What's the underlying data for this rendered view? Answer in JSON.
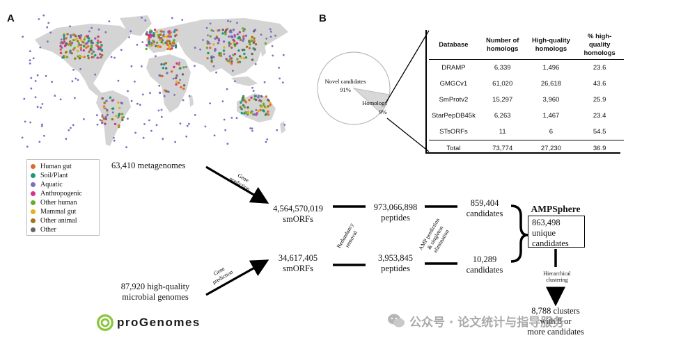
{
  "panel_a": {
    "letter": "A",
    "legend": [
      {
        "label": "Human gut",
        "color": "#e2692a"
      },
      {
        "label": "Soil/Plant",
        "color": "#1a9a7a"
      },
      {
        "label": "Aquatic",
        "color": "#7a6fc0"
      },
      {
        "label": "Anthropogenic",
        "color": "#d6328e"
      },
      {
        "label": "Other human",
        "color": "#6aaa2d"
      },
      {
        "label": "Mammal gut",
        "color": "#e2b11c"
      },
      {
        "label": "Other animal",
        "color": "#a0751f"
      },
      {
        "label": "Other",
        "color": "#666666"
      }
    ]
  },
  "panel_b": {
    "letter": "B",
    "pie": {
      "novel_label": "Novel candidates",
      "novel_pct": "91%",
      "novel_fraction": 0.91,
      "homologs_label": "Homologs",
      "homologs_pct": "9%"
    },
    "table": {
      "headers": [
        "Database",
        "Number of homologs",
        "High-quality homologs",
        "% high-quality homologs"
      ],
      "rows": [
        [
          "DRAMP",
          "6,339",
          "1,496",
          "23.6"
        ],
        [
          "GMGCv1",
          "61,020",
          "26,618",
          "43.6"
        ],
        [
          "SmProtv2",
          "15,297",
          "3,960",
          "25.9"
        ],
        [
          "StarPepDB45k",
          "6,263",
          "1,467",
          "23.4"
        ],
        [
          "STsORFs",
          "11",
          "6",
          "54.5"
        ],
        [
          "Total",
          "73,774",
          "27,230",
          "36.9"
        ]
      ]
    }
  },
  "flow": {
    "metagenomes": "63,410 metagenomes",
    "gene_prediction_top": [
      "Gene",
      "prediction"
    ],
    "smorfs_top": [
      "4,564,570,019",
      "smORFs"
    ],
    "peptides_top": [
      "973,066,898",
      "peptides"
    ],
    "candidates_top": [
      "859,404",
      "candidates"
    ],
    "redundancy_removal": [
      "Redundancy",
      "removal"
    ],
    "amp_prediction": [
      "AMP prediction",
      "& singleton",
      "elimination"
    ],
    "smorfs_bottom": [
      "34,617,405",
      "smORFs"
    ],
    "peptides_bottom": [
      "3,953,845",
      "peptides"
    ],
    "candidates_bottom": [
      "10,289",
      "candidates"
    ],
    "gene_prediction_bottom": [
      "Gene",
      "prediction"
    ],
    "genomes": [
      "87,920 high-quality",
      "microbial genomes"
    ],
    "progenomes_logo": "proGenomes",
    "ampsphere_title": "AMPSphere",
    "ampsphere_box": [
      "863,498",
      "unique",
      "candidates"
    ],
    "hierarchical": [
      "Hierarchical",
      "clustering"
    ],
    "clusters": [
      "8,788 clusters",
      "with 8 or",
      "more candidates"
    ]
  },
  "watermark": "公众号 · 论文统计与指导服务"
}
